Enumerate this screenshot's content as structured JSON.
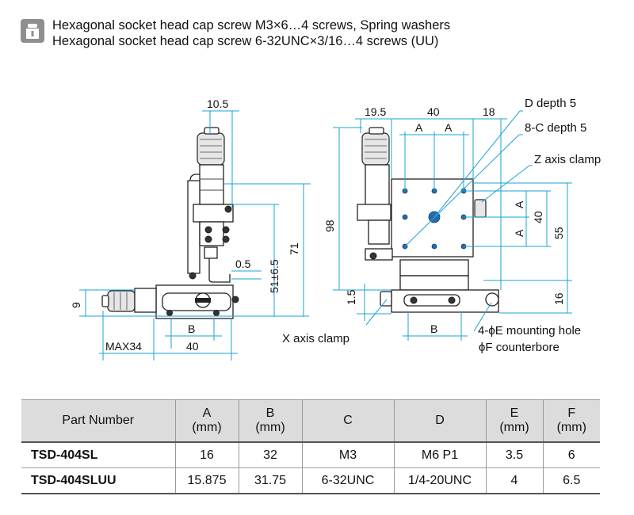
{
  "note": {
    "icon": "screw-icon",
    "line1": "Hexagonal socket head cap screw M3×6…4 screws, Spring washers",
    "line2": "Hexagonal socket head cap screw 6-32UNC×3/16…4 screws (UU)"
  },
  "dims": {
    "d10_5": "10.5",
    "d0_5": "0.5",
    "d51": "51±6.5",
    "d71": "71",
    "d9": "9",
    "dB_left": "B",
    "dMAX34": "MAX34",
    "d40_left": "40",
    "d19_5": "19.5",
    "d40_top": "40",
    "d18": "18",
    "dA1": "A",
    "dA2": "A",
    "d98": "98",
    "dA_side1": "A",
    "dA_side2": "A",
    "d40_side": "40",
    "d55": "55",
    "d1_5": "1.5",
    "d16": "16",
    "dB_right": "B"
  },
  "annotations": {
    "d_depth": "D depth 5",
    "c_depth": "8-C depth 5",
    "z_clamp": "Z axis clamp",
    "x_clamp": "X axis clamp",
    "mount_hole": "4-ϕE mounting hole",
    "counterbore": "ϕF counterbore"
  },
  "table": {
    "headers": [
      {
        "l1": "Part Number",
        "l2": ""
      },
      {
        "l1": "A",
        "l2": "(mm)"
      },
      {
        "l1": "B",
        "l2": "(mm)"
      },
      {
        "l1": "C",
        "l2": ""
      },
      {
        "l1": "D",
        "l2": ""
      },
      {
        "l1": "E",
        "l2": "(mm)"
      },
      {
        "l1": "F",
        "l2": "(mm)"
      }
    ],
    "rows": [
      [
        "TSD-404SL",
        "16",
        "32",
        "M3",
        "M6 P1",
        "3.5",
        "6"
      ],
      [
        "TSD-404SLUU",
        "15.875",
        "31.75",
        "6-32UNC",
        "1/4-20UNC",
        "4",
        "6.5"
      ]
    ]
  }
}
